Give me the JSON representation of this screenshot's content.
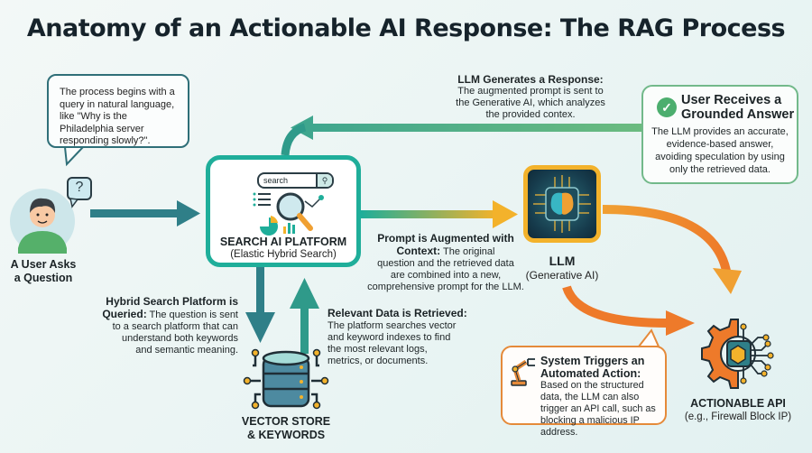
{
  "title": "Anatomy of an Actionable AI Response: The RAG Process",
  "colors": {
    "teal": "#1fae9a",
    "dark_teal": "#2f7f88",
    "green": "#5bb47e",
    "yellow": "#f3b22b",
    "orange": "#ee7a2a"
  },
  "user": {
    "bubble_text": "The process begins with a query in natural language, like \"Why is the Philadelphia server responding slowly?\".",
    "question_mark": "?",
    "label_line1": "A User Asks",
    "label_line2": "a Question",
    "icon": "user-avatar-icon"
  },
  "search_platform": {
    "search_placeholder": "search",
    "search_btn_icon": "⚲",
    "label": "SEARCH AI PLATFORM",
    "sublabel": "(Elastic Hybrid Search)",
    "icon": "magnifier-analytics-icon"
  },
  "llm": {
    "label": "LLM",
    "sublabel": "(Generative AI)",
    "icon": "brain-chip-icon"
  },
  "vector_store": {
    "label_line1": "VECTOR STORE",
    "label_line2": "& KEYWORDS",
    "icon": "database-icon"
  },
  "actionable_api": {
    "label": "ACTIONABLE API",
    "sublabel": "(e.g., Firewall Block IP)",
    "icon": "gear-circuit-icon"
  },
  "steps": {
    "llm_generates": {
      "title": "LLM Generates a Response:",
      "body_lines": [
        "The augmented prompt is sent to",
        "the Generative AI, which analyzes",
        "the provided contex."
      ]
    },
    "user_receives": {
      "title_line1": "User Receives a",
      "title_line2": "Grounded Answer",
      "body": "The LLM provides an accurate, evidence-based answer, avoiding speculation by using only the retrieved data.",
      "icon": "check-circle-icon"
    },
    "prompt_augmented": {
      "title_line1": "Prompt is Augmented with",
      "title_bold2": "Context:",
      "body_inline": " The original",
      "body_lines": [
        "question and the retrieved data",
        "are combined into a new,",
        "comprehensive prompt for the LLM."
      ]
    },
    "hybrid_search": {
      "title_line1": "Hybrid Search Platform is",
      "title_bold2": "Queried:",
      "body_inline": " The question is sent",
      "body_lines": [
        "to a search platform that can",
        "understand both keywords",
        "and semantic meaning."
      ]
    },
    "relevant_data": {
      "title": "Relevant Data is Retrieved:",
      "body_lines": [
        "The platform searches vector",
        "and keyword indexes to find",
        "the most relevant logs,",
        "metrics, or documents."
      ]
    },
    "system_triggers": {
      "title_line1": "System Triggers an",
      "title_line2": "Automated Action:",
      "body": "Based on the structured data, the LLM can also trigger an API call, such as blocking a malicious IP address.",
      "icon": "robot-arm-icon"
    }
  }
}
